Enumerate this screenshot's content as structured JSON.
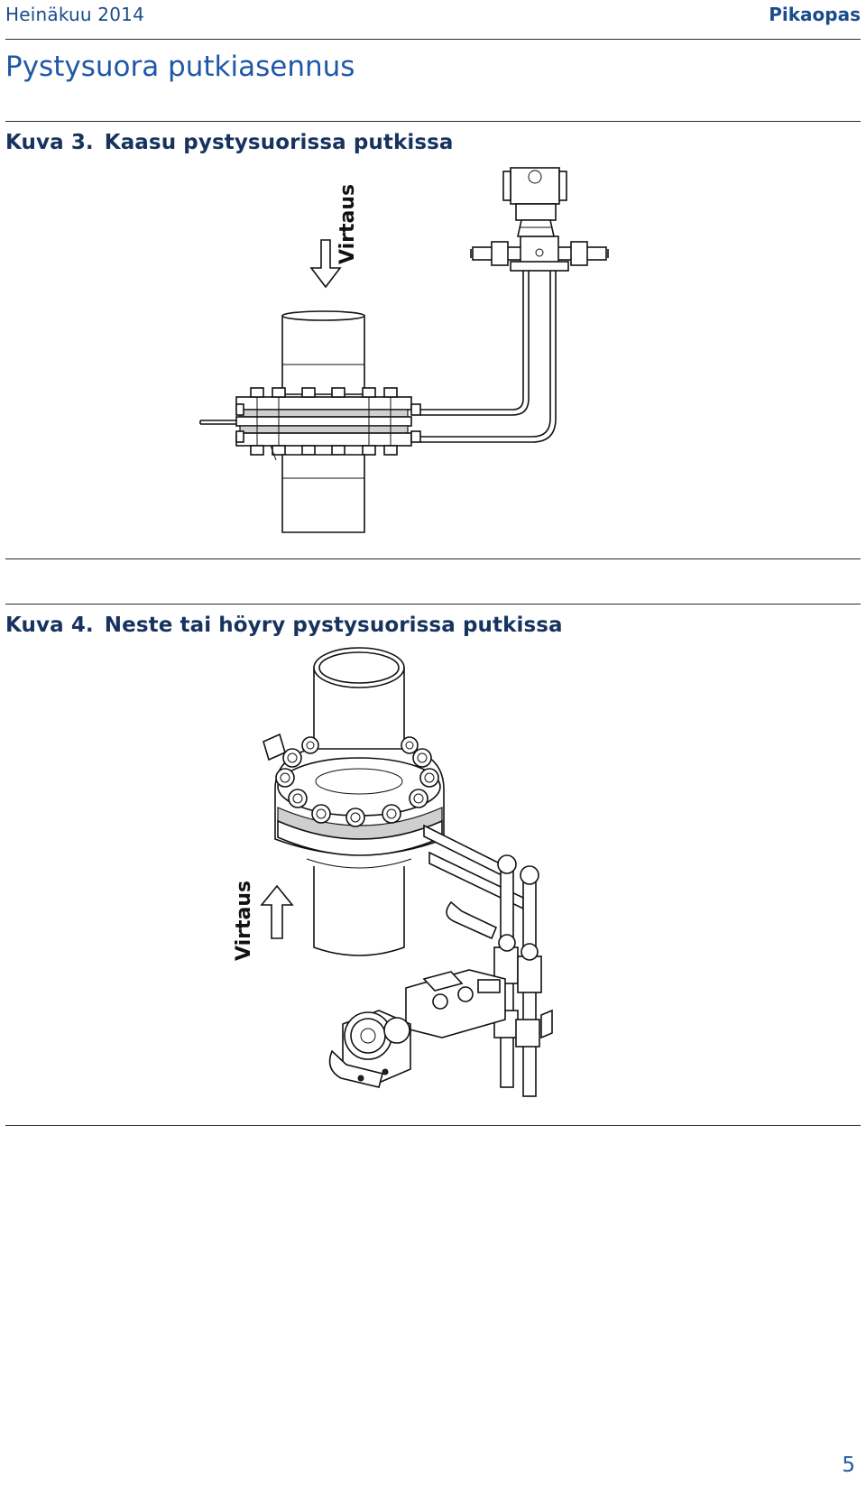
{
  "header": {
    "date": "Heinäkuu 2014",
    "document_type": "Pikaopas"
  },
  "section": {
    "title": "Pystysuora putkiasennus"
  },
  "figure3": {
    "number": "Kuva 3.",
    "title": "Kaasu pystysuorissa putkissa",
    "flow_label": "Virtaus",
    "flow_direction": "down"
  },
  "figure4": {
    "number": "Kuva 4.",
    "title": "Neste tai höyry pystysuorissa putkissa",
    "flow_label": "Virtaus",
    "flow_direction": "up"
  },
  "footer": {
    "page_number": "5"
  },
  "colors": {
    "header_blue": "#1b4b8c",
    "title_blue": "#1f58a8",
    "caption_navy": "#16335f",
    "line": "#111111"
  }
}
